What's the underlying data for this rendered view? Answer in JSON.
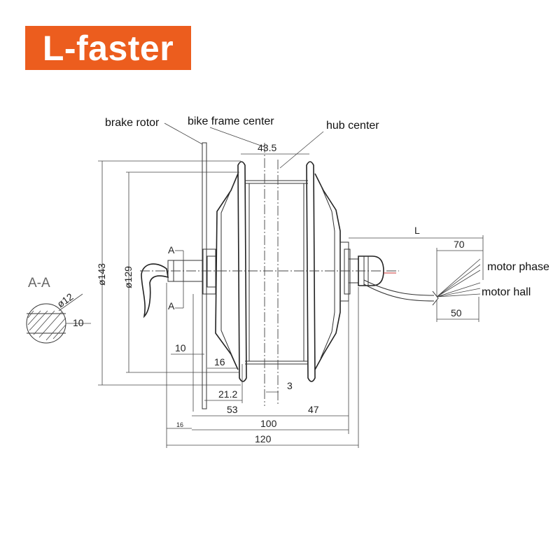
{
  "logo": {
    "text": "L-faster",
    "color": "#ec5d1e"
  },
  "labels": {
    "brake_rotor": "brake rotor",
    "bike_frame_center": "bike frame center",
    "hub_center": "hub center",
    "motor_phase": "motor phase",
    "motor_hall": "motor hall",
    "section": "A-A",
    "cut_a_top": "A",
    "cut_a_bottom": "A"
  },
  "dimensions": {
    "offset_43_5": "43.5",
    "dia_143": "ø143",
    "dia_129": "ø129",
    "dia_12": "ø12",
    "flat_10": "10",
    "d10": "10",
    "d16": "16",
    "d21_2": "21.2",
    "d3": "3",
    "d53": "53",
    "d47": "47",
    "d100": "100",
    "d16_small": "16",
    "d120": "120",
    "L": "L",
    "d70": "70",
    "d50": "50"
  }
}
